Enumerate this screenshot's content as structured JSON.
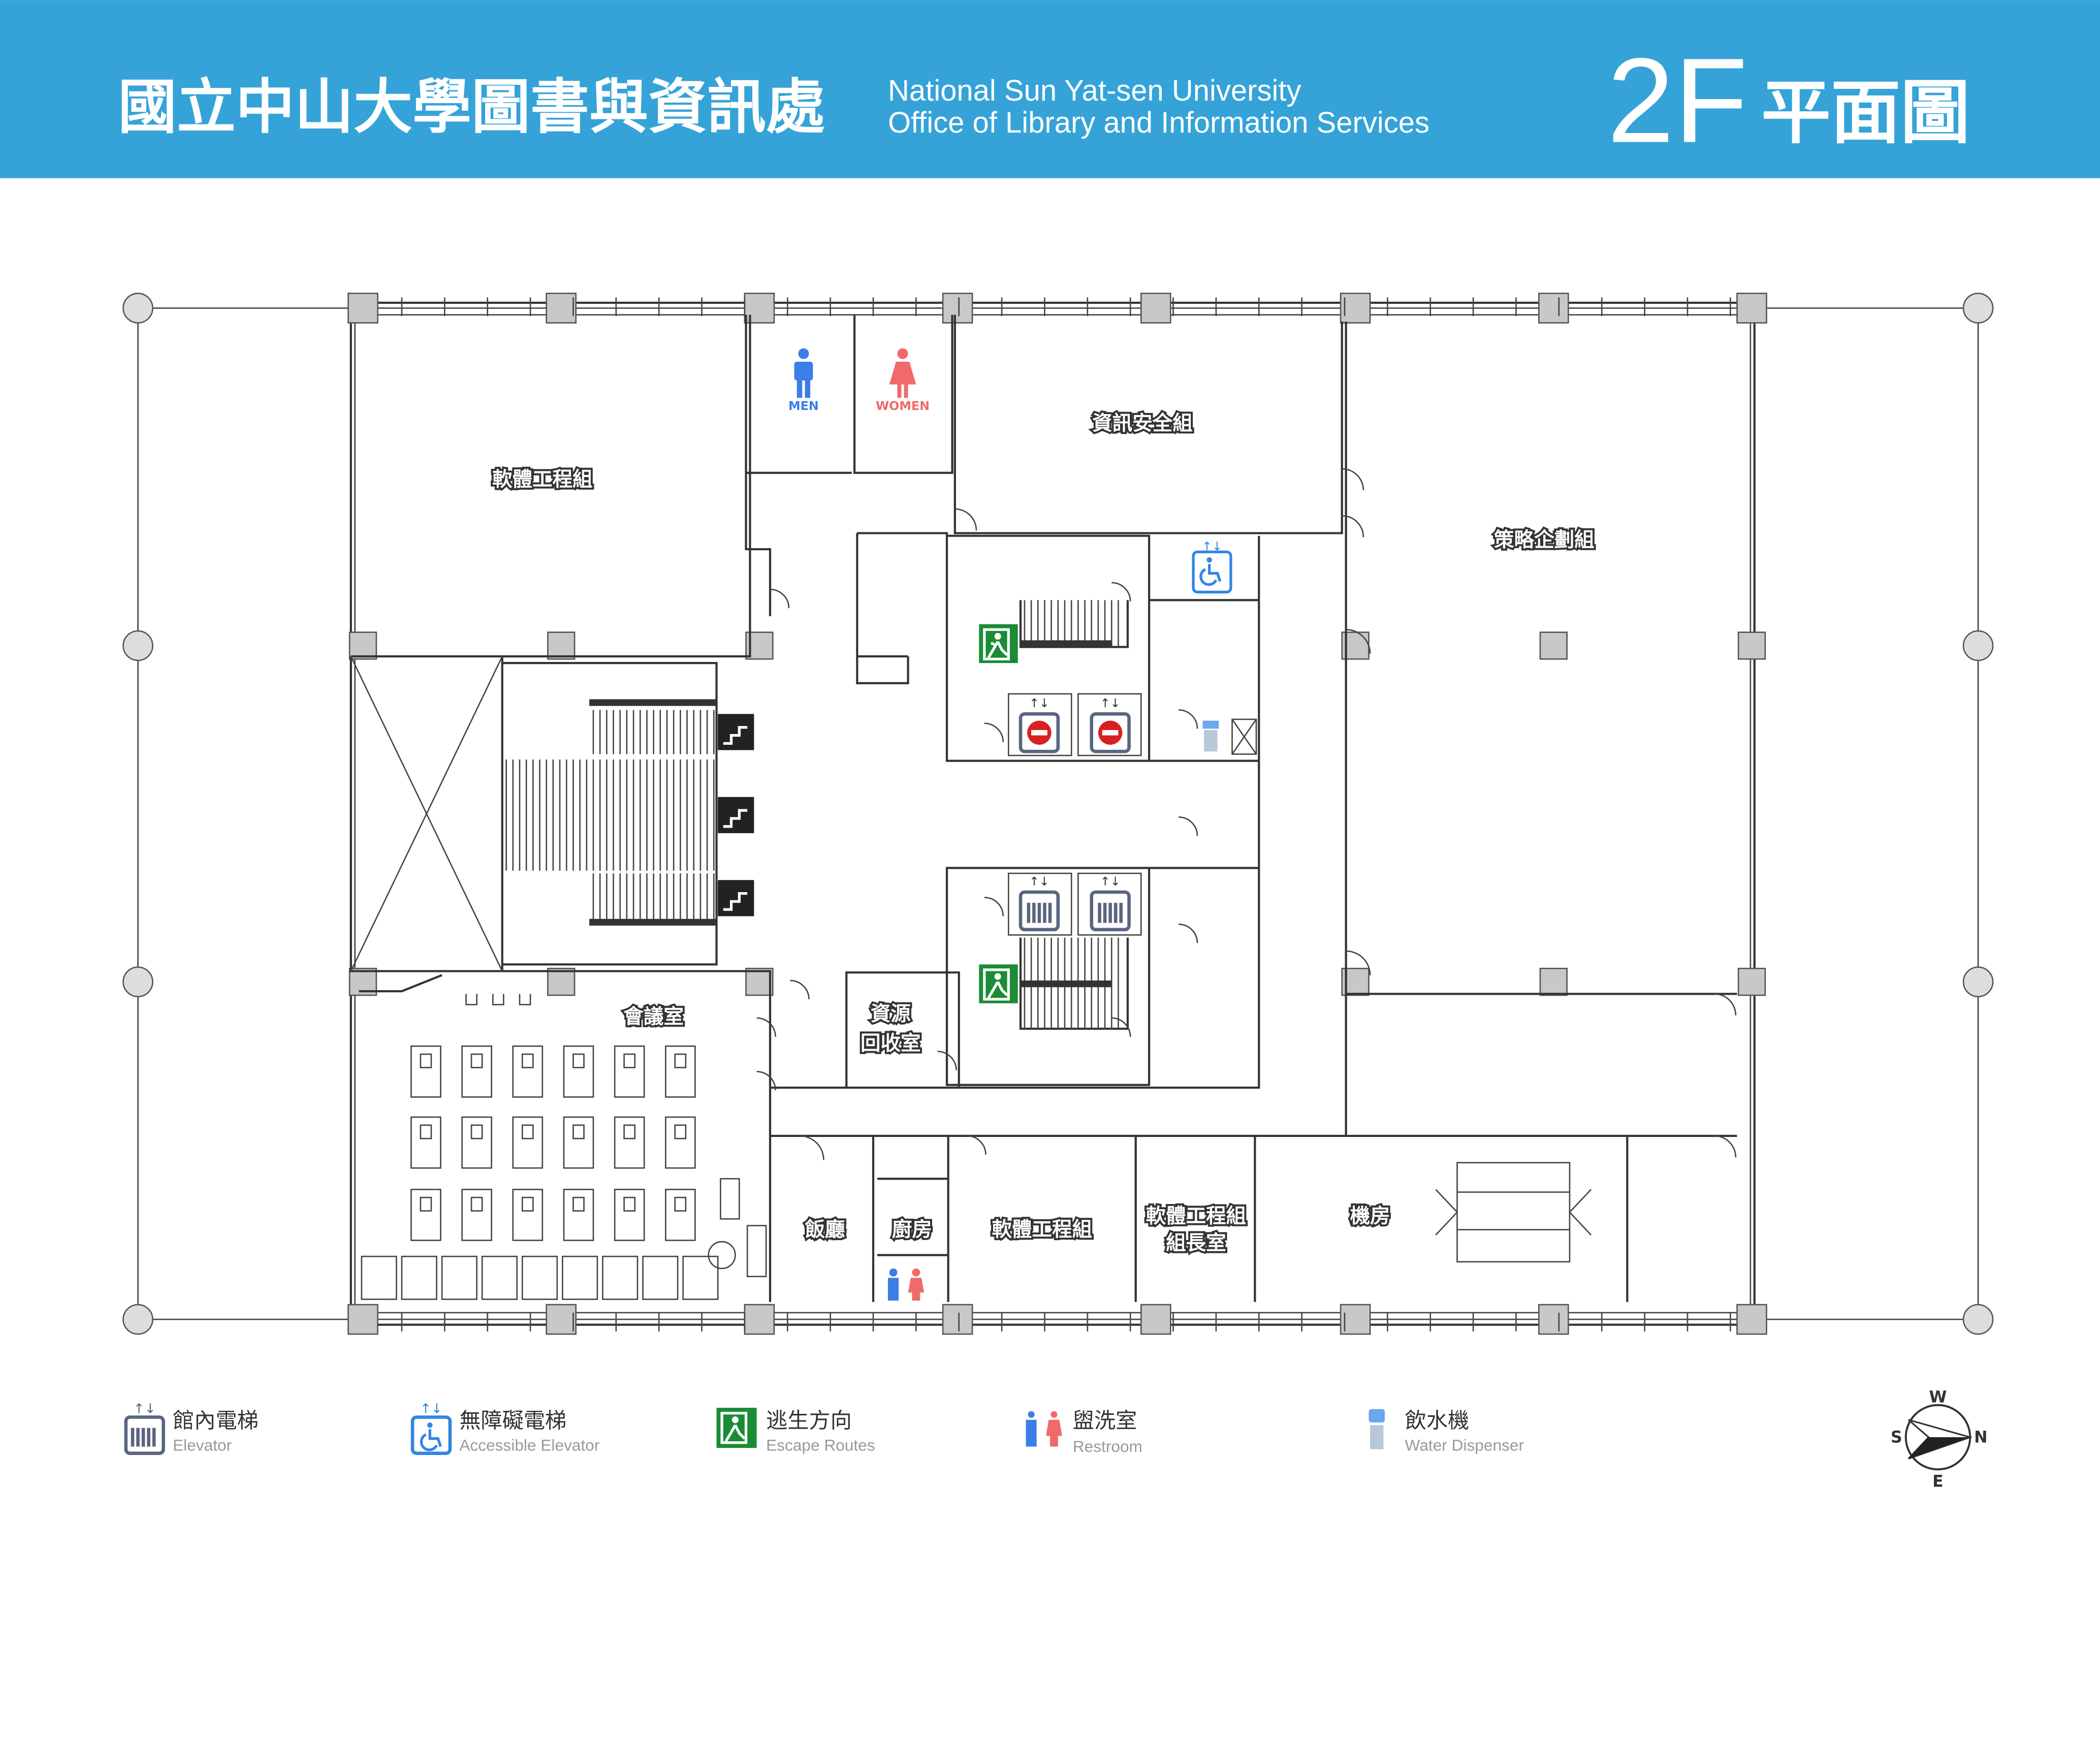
{
  "header": {
    "title_zh": "國立中山大學圖書與資訊處",
    "title_en_line1": "National Sun Yat-sen University",
    "title_en_line2": "Office of Library and Information Services",
    "floor": "2F",
    "floor_label": "平面圖",
    "bg_color": "#35a3d8"
  },
  "rooms": {
    "software_top": "軟體工程組",
    "info_security": "資訊安全組",
    "strategy": "策略企劃組",
    "meeting": "會議室",
    "recycle_line1": "資源",
    "recycle_line2": "回收室",
    "dining": "飯廳",
    "kitchen": "廚房",
    "software_bottom": "軟體工程組",
    "leader_line1": "軟體工程組",
    "leader_line2": "組長室",
    "machine": "機房"
  },
  "signs": {
    "men": "MEN",
    "women": "WOMEN"
  },
  "legend": [
    {
      "icon": "elevator-icon",
      "zh": "館內電梯",
      "en": "Elevator"
    },
    {
      "icon": "accessible-elevator-icon",
      "zh": "無障礙電梯",
      "en": "Accessible Elevator"
    },
    {
      "icon": "escape-route-icon",
      "zh": "逃生方向",
      "en": "Escape Routes"
    },
    {
      "icon": "restroom-icon",
      "zh": "盥洗室",
      "en": "Restroom"
    },
    {
      "icon": "water-dispenser-icon",
      "zh": "飲水機",
      "en": "Water Dispenser"
    }
  ],
  "compass": {
    "w": "W",
    "s": "S",
    "n": "N",
    "e": "E"
  },
  "colors": {
    "elevator": "#5a6680",
    "accessible": "#2f86e6",
    "exit": "#1a8c35",
    "men": "#3b7ee8",
    "women": "#f06a6a",
    "noentry": "#d92020"
  }
}
